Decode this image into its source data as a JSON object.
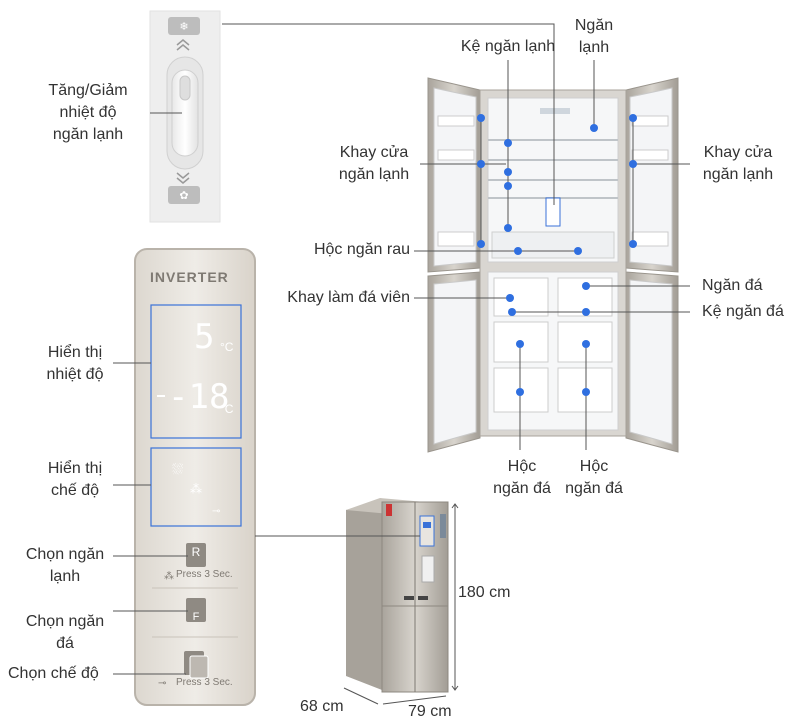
{
  "temp_control": {
    "label_lines": [
      "Tăng/Giảm",
      "nhiệt độ",
      "ngăn lạnh"
    ]
  },
  "panel": {
    "brand": "INVERTER",
    "fridge_temp": "5",
    "freezer_temp": "-18",
    "unit": "°C",
    "btn_r": "R",
    "btn_f": "F",
    "press_text_1": "Press 3 Sec.",
    "press_text_2": "Press 3 Sec."
  },
  "left_labels": {
    "display_temp": [
      "Hiển thị",
      "nhiệt độ"
    ],
    "display_mode": [
      "Hiển thị",
      "chế độ"
    ],
    "select_fridge": [
      "Chọn ngăn",
      "lạnh"
    ],
    "select_freezer": [
      "Chọn ngăn",
      "đá"
    ],
    "select_mode": "Chọn chế độ"
  },
  "fridge_labels": {
    "shelf_fridge": "Kệ ngăn lạnh",
    "fridge_compartment": [
      "Ngăn",
      "lạnh"
    ],
    "door_tray_left": [
      "Khay cửa",
      "ngăn lạnh"
    ],
    "door_tray_right": [
      "Khay cửa",
      "ngăn lạnh"
    ],
    "vegetable_drawer": "Hộc ngăn rau",
    "ice_tray": "Khay làm đá viên",
    "freezer_compartment": "Ngăn đá",
    "freezer_shelf": "Kệ ngăn đá",
    "freezer_drawer_left": [
      "Hộc",
      "ngăn đá"
    ],
    "freezer_drawer_right": [
      "Hộc",
      "ngăn đá"
    ]
  },
  "dimensions": {
    "height": "180 cm",
    "depth": "68 cm",
    "width": "79 cm"
  }
}
